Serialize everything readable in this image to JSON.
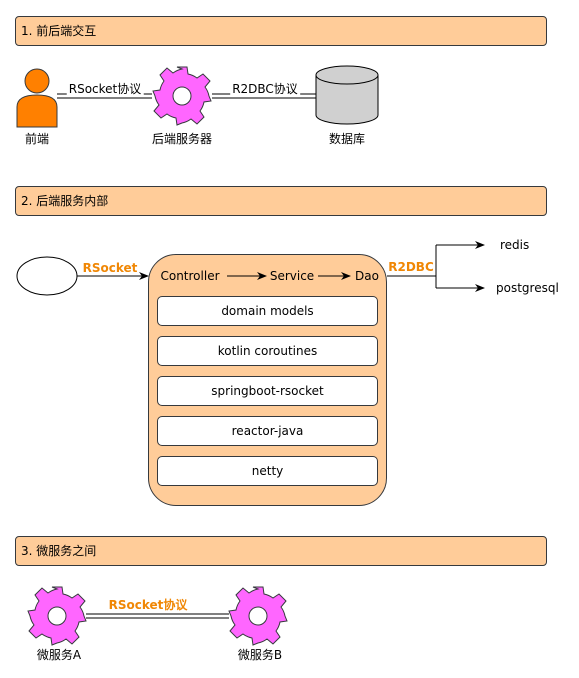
{
  "sections": {
    "s1": "1. 前后端交互",
    "s2": "2. 后端服务内部",
    "s3": "3. 微服务之间"
  },
  "interaction": {
    "frontend": "前端",
    "backend_server": "后端服务器",
    "database": "数据库",
    "rsocket_protocol": "RSocket协议",
    "r2dbc_protocol": "R2DBC协议"
  },
  "internal": {
    "client_label": "RSocket",
    "db_label": "R2DBC",
    "flow": [
      "Controller",
      "Service",
      "Dao"
    ],
    "layers": [
      "domain models",
      "kotlin coroutines",
      "springboot-rsocket",
      "reactor-java",
      "netty"
    ],
    "targets": [
      "redis",
      "postgresql"
    ]
  },
  "micro": {
    "service_a": "微服务A",
    "service_b": "微服务B",
    "protocol": "RSocket协议"
  },
  "colors": {
    "section_fill": "#ffcc99",
    "gear": "#ff66ff",
    "person": "#ff8000",
    "accent_text": "#f08705",
    "database": "#d0d0d0"
  }
}
